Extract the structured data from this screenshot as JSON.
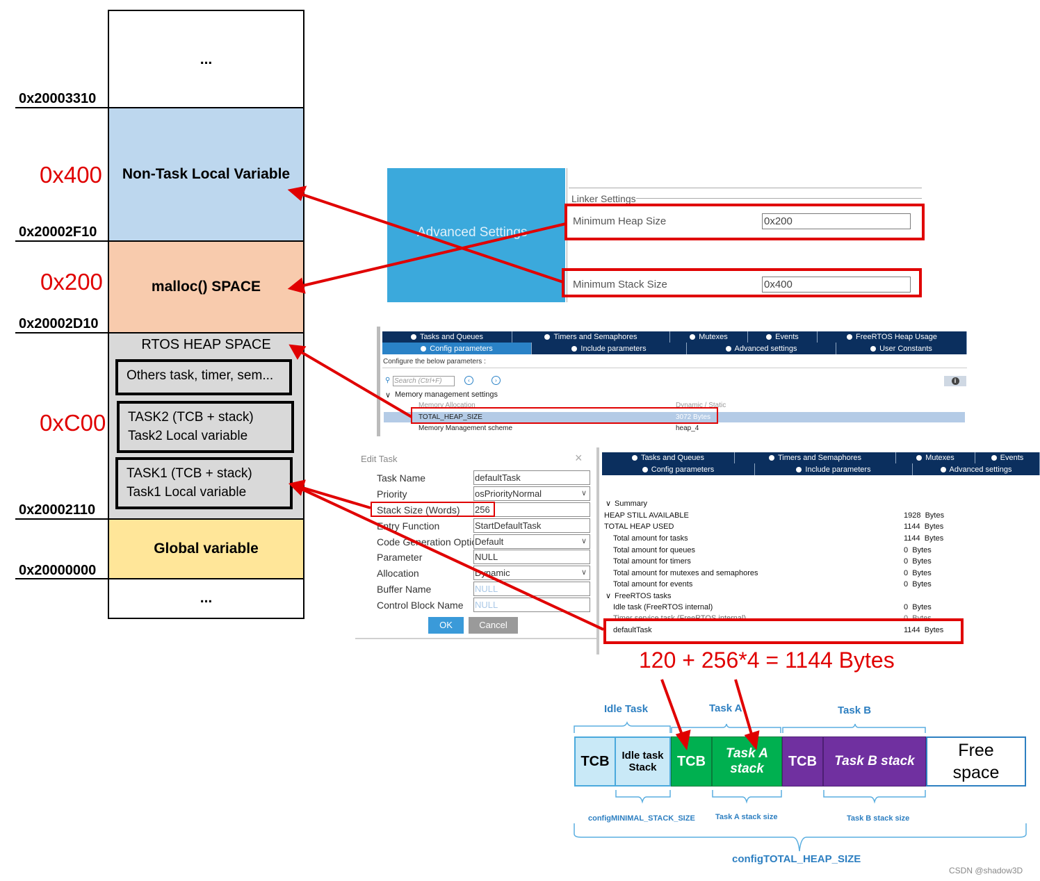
{
  "memory_map": {
    "top_ellipsis": "...",
    "bottom_ellipsis": "...",
    "addr_1": "0x20003310",
    "addr_2": "0x20002F10",
    "addr_3": "0x20002D10",
    "addr_4": "0x20002110",
    "addr_5": "0x20000000",
    "size_stack": "0x400",
    "size_heap": "0x200",
    "size_rtos": "0xC00",
    "block_stack": "Non-Task Local Variable",
    "block_malloc": "malloc() SPACE",
    "block_rtos": "RTOS HEAP SPACE",
    "block_others": "Others task, timer, sem...",
    "block_task2_line1": "TASK2 (TCB + stack)",
    "block_task2_line2": "Task2 Local variable",
    "block_task1_line1": "TASK1 (TCB + stack)",
    "block_task1_line2": "Task1 Local variable",
    "block_global": "Global variable",
    "colors": {
      "stack": "#bdd7ee",
      "malloc": "#f8cbad",
      "rtos": "#d9d9d9",
      "global": "#ffe699",
      "size_text": "#e00000"
    }
  },
  "linker_panel": {
    "left_label": "Advanced Settings",
    "group_title": "Linker Settings",
    "heap_label": "Minimum Heap Size",
    "heap_value": "0x200",
    "stack_label": "Minimum Stack Size",
    "stack_value": "0x400"
  },
  "freertos_config": {
    "tabs_row1": [
      "Tasks and Queues",
      "Timers and Semaphores",
      "Mutexes",
      "Events",
      "FreeRTOS Heap Usage"
    ],
    "tabs_row2": [
      "Config parameters",
      "Include parameters",
      "Advanced settings",
      "User Constants"
    ],
    "instruction": "Configure the below parameters :",
    "search_placeholder": "Search (Ctrl+F)",
    "group": "Memory management settings",
    "rows": [
      {
        "name": "Memory Allocation",
        "value": "Dynamic / Static"
      },
      {
        "name": "TOTAL_HEAP_SIZE",
        "value": "3072 Bytes"
      },
      {
        "name": "Memory Management scheme",
        "value": "heap_4"
      }
    ]
  },
  "edit_task": {
    "title": "Edit Task",
    "close": "×",
    "fields": [
      {
        "label": "Task Name",
        "value": "defaultTask"
      },
      {
        "label": "Priority",
        "value": "osPriorityNormal"
      },
      {
        "label": "Stack Size (Words)",
        "value": "256"
      },
      {
        "label": "Entry Function",
        "value": "StartDefaultTask"
      },
      {
        "label": "Code Generation Option",
        "value": "Default"
      },
      {
        "label": "Parameter",
        "value": "NULL"
      },
      {
        "label": "Allocation",
        "value": "Dynamic"
      },
      {
        "label": "Buffer Name",
        "value": "NULL"
      },
      {
        "label": "Control Block Name",
        "value": "NULL"
      }
    ],
    "ok": "OK",
    "cancel": "Cancel"
  },
  "heap_usage": {
    "tabs_row1": [
      "Tasks and Queues",
      "Timers and Semaphores",
      "Mutexes",
      "Events"
    ],
    "tabs_row2": [
      "Config parameters",
      "Include parameters",
      "Advanced settings"
    ],
    "summary": "Summary",
    "rows": [
      {
        "label": "HEAP STILL AVAILABLE",
        "value": "1928  Bytes"
      },
      {
        "label": "TOTAL HEAP USED",
        "value": "1144  Bytes"
      },
      {
        "label": "Total amount for tasks",
        "value": "1144  Bytes"
      },
      {
        "label": "Total amount for queues",
        "value": "0  Bytes"
      },
      {
        "label": "Total amount for timers",
        "value": "0  Bytes"
      },
      {
        "label": "Total amount for mutexes and semaphores",
        "value": "0  Bytes"
      },
      {
        "label": "Total amount for events",
        "value": "0  Bytes"
      }
    ],
    "tasks_group": "FreeRTOS tasks",
    "idle": {
      "label": "Idle task (FreeRTOS internal)",
      "value": "0  Bytes"
    },
    "timer": {
      "label": "Timer service task (FreeRTOS internal)",
      "value": "0  Bytes"
    },
    "default": {
      "label": "defaultTask",
      "value": "1144  Bytes"
    }
  },
  "formula": "120 + 256*4 = 1144 Bytes",
  "heap_diagram": {
    "idle_task": "Idle Task",
    "task_a": "Task A",
    "task_b": "Task B",
    "tcb": "TCB",
    "idle_stack": "Idle task Stack",
    "task_a_stack": "Task A stack",
    "task_b_stack": "Task B stack",
    "free": "Free space",
    "min_stack": "configMINIMAL_STACK_SIZE",
    "a_stack_size": "Task A stack size",
    "b_stack_size": "Task B stack size",
    "total": "configTOTAL_HEAP_SIZE",
    "colors": {
      "idle": "#c9e9f7",
      "task_a": "#00b050",
      "task_b": "#7030a0",
      "brace": "#2d7fc1"
    }
  },
  "watermark": "CSDN @shadow3D"
}
